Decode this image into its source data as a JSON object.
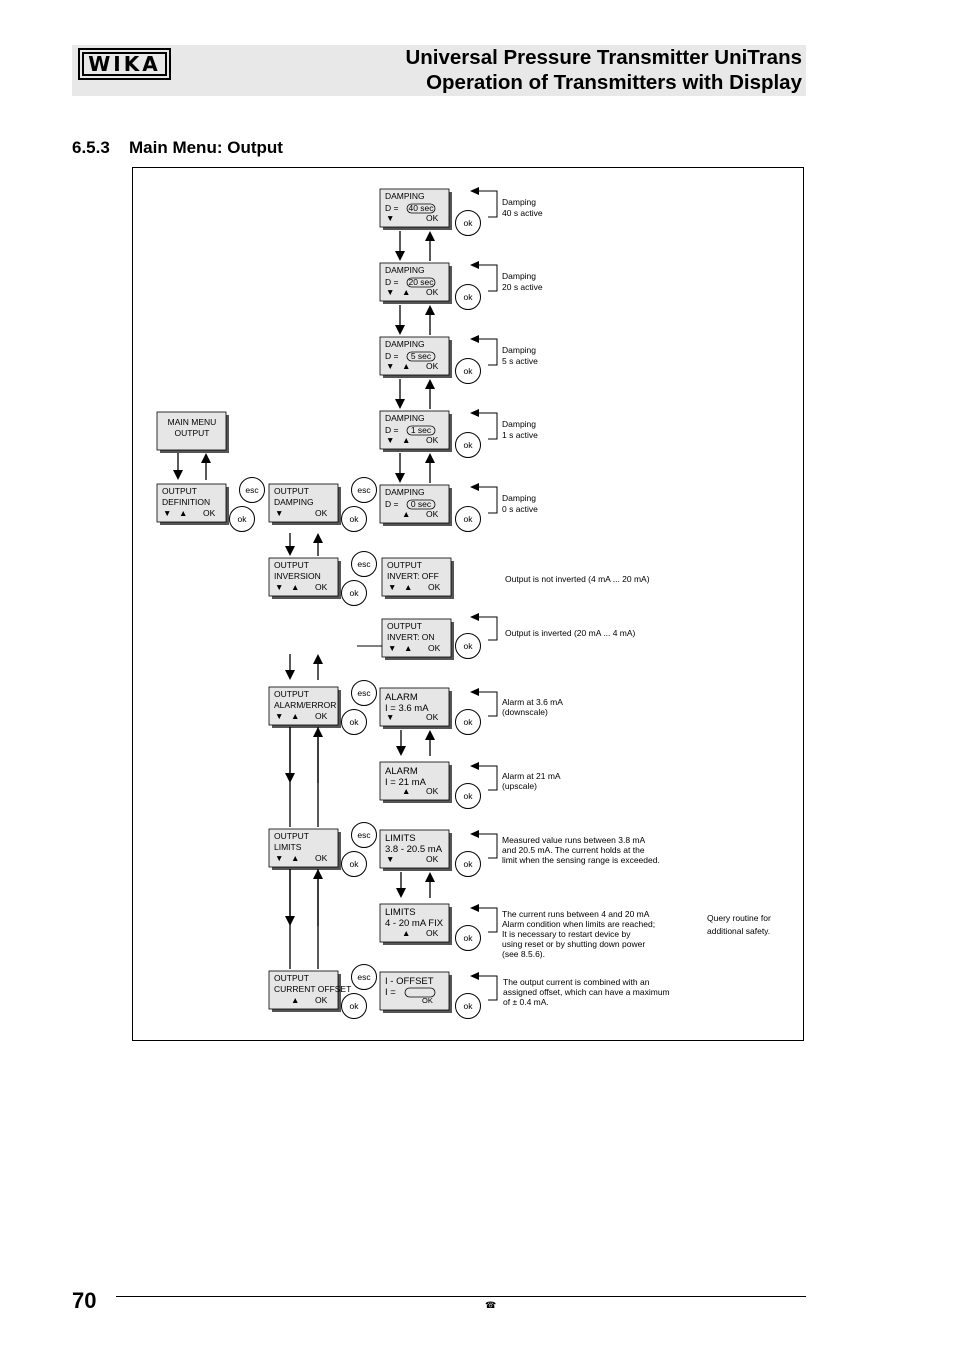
{
  "header": {
    "logo": "WIKA",
    "title_line1": "Universal Pressure Transmitter UniTrans",
    "title_line2": "Operation of Transmitters with Display"
  },
  "section": {
    "number": "6.5.3",
    "title": "Main Menu: Output"
  },
  "diagram": {
    "main_menu": {
      "line1": "MAIN MENU",
      "line2": "OUTPUT"
    },
    "menu_boxes": [
      {
        "id": "definition",
        "line1": "OUTPUT",
        "line2": "DEFINITION",
        "keys": "▼ ▲ OK"
      },
      {
        "id": "damping",
        "line1": "OUTPUT",
        "line2": "DAMPING",
        "keys": "▼ OK"
      },
      {
        "id": "inversion",
        "line1": "OUTPUT",
        "line2": "INVERSION",
        "keys": "▼ ▲ OK"
      },
      {
        "id": "alarm",
        "line1": "OUTPUT",
        "line2": "ALARM/ERROR",
        "keys": "▼ ▲ OK"
      },
      {
        "id": "limits",
        "line1": "OUTPUT",
        "line2": "LIMITS",
        "keys": "▼ ▲ OK"
      },
      {
        "id": "offset",
        "line1": "OUTPUT",
        "line2": "CURRENT OFFSET",
        "keys": "▲ OK"
      }
    ],
    "damping_options": [
      {
        "title": "DAMPING",
        "value_prefix": "D =",
        "value": "40 sec",
        "keys": "▼ OK",
        "note1": "Damping",
        "note2": "40 s active"
      },
      {
        "title": "DAMPING",
        "value_prefix": "D =",
        "value": "20 sec",
        "keys": "▼ ▲ OK",
        "note1": "Damping",
        "note2": "20 s active"
      },
      {
        "title": "DAMPING",
        "value_prefix": "D =",
        "value": "5 sec",
        "keys": "▼ ▲ OK",
        "note1": "Damping",
        "note2": "5 s active"
      },
      {
        "title": "DAMPING",
        "value_prefix": "D =",
        "value": "1 sec",
        "keys": "▼ ▲ OK",
        "note1": "Damping",
        "note2": "1 s active"
      },
      {
        "title": "DAMPING",
        "value_prefix": "D =",
        "value": "0 sec",
        "keys": "▲ OK",
        "note1": "Damping",
        "note2": "0 s active"
      }
    ],
    "invert_options": [
      {
        "line1": "OUTPUT",
        "line2": "INVERT: OFF",
        "keys": "▼ ▲ OK",
        "note": "Output is not inverted (4 mA ... 20 mA)"
      },
      {
        "line1": "OUTPUT",
        "line2": "INVERT: ON",
        "keys": "▼ ▲ OK",
        "note": "Output is inverted (20 mA ... 4 mA)"
      }
    ],
    "alarm_options": [
      {
        "line1": "ALARM",
        "line2": "I = 3.6 mA",
        "keys": "▼ OK",
        "note1": "Alarm at 3.6 mA",
        "note2": "(downscale)"
      },
      {
        "line1": "ALARM",
        "line2": "I = 21 mA",
        "keys": "▲ OK",
        "note1": "Alarm at 21 mA",
        "note2": "(upscale)"
      }
    ],
    "limits_options": [
      {
        "line1": "LIMITS",
        "line2": "3.8 - 20.5 mA",
        "keys": "▼ OK",
        "notes": [
          "Measured value runs between 3.8 mA",
          "and 20.5 mA. The current holds at the",
          "limit when the sensing range is exceeded."
        ]
      },
      {
        "line1": "LIMITS",
        "line2": "4 - 20 mA FIX",
        "keys": "▲ OK",
        "notes": [
          "The current runs between 4 and 20 mA",
          "Alarm condition when limits are reached;",
          "It is necessary to restart device by",
          "using reset or by shutting down power",
          "(see 8.5.6)."
        ]
      }
    ],
    "offset_option": {
      "line1": "I - OFFSET",
      "line2": "I =",
      "keys": "OK",
      "notes": [
        "The output current is combined with an",
        "assigned offset, which can have a maximum",
        "of  ± 0.4 mA."
      ]
    },
    "query_note": [
      "Query routine for",
      "additional safety."
    ],
    "button_esc": "esc",
    "button_ok": "ok"
  },
  "footer": {
    "page_number": "70",
    "phone_icon": "telephone-icon"
  }
}
